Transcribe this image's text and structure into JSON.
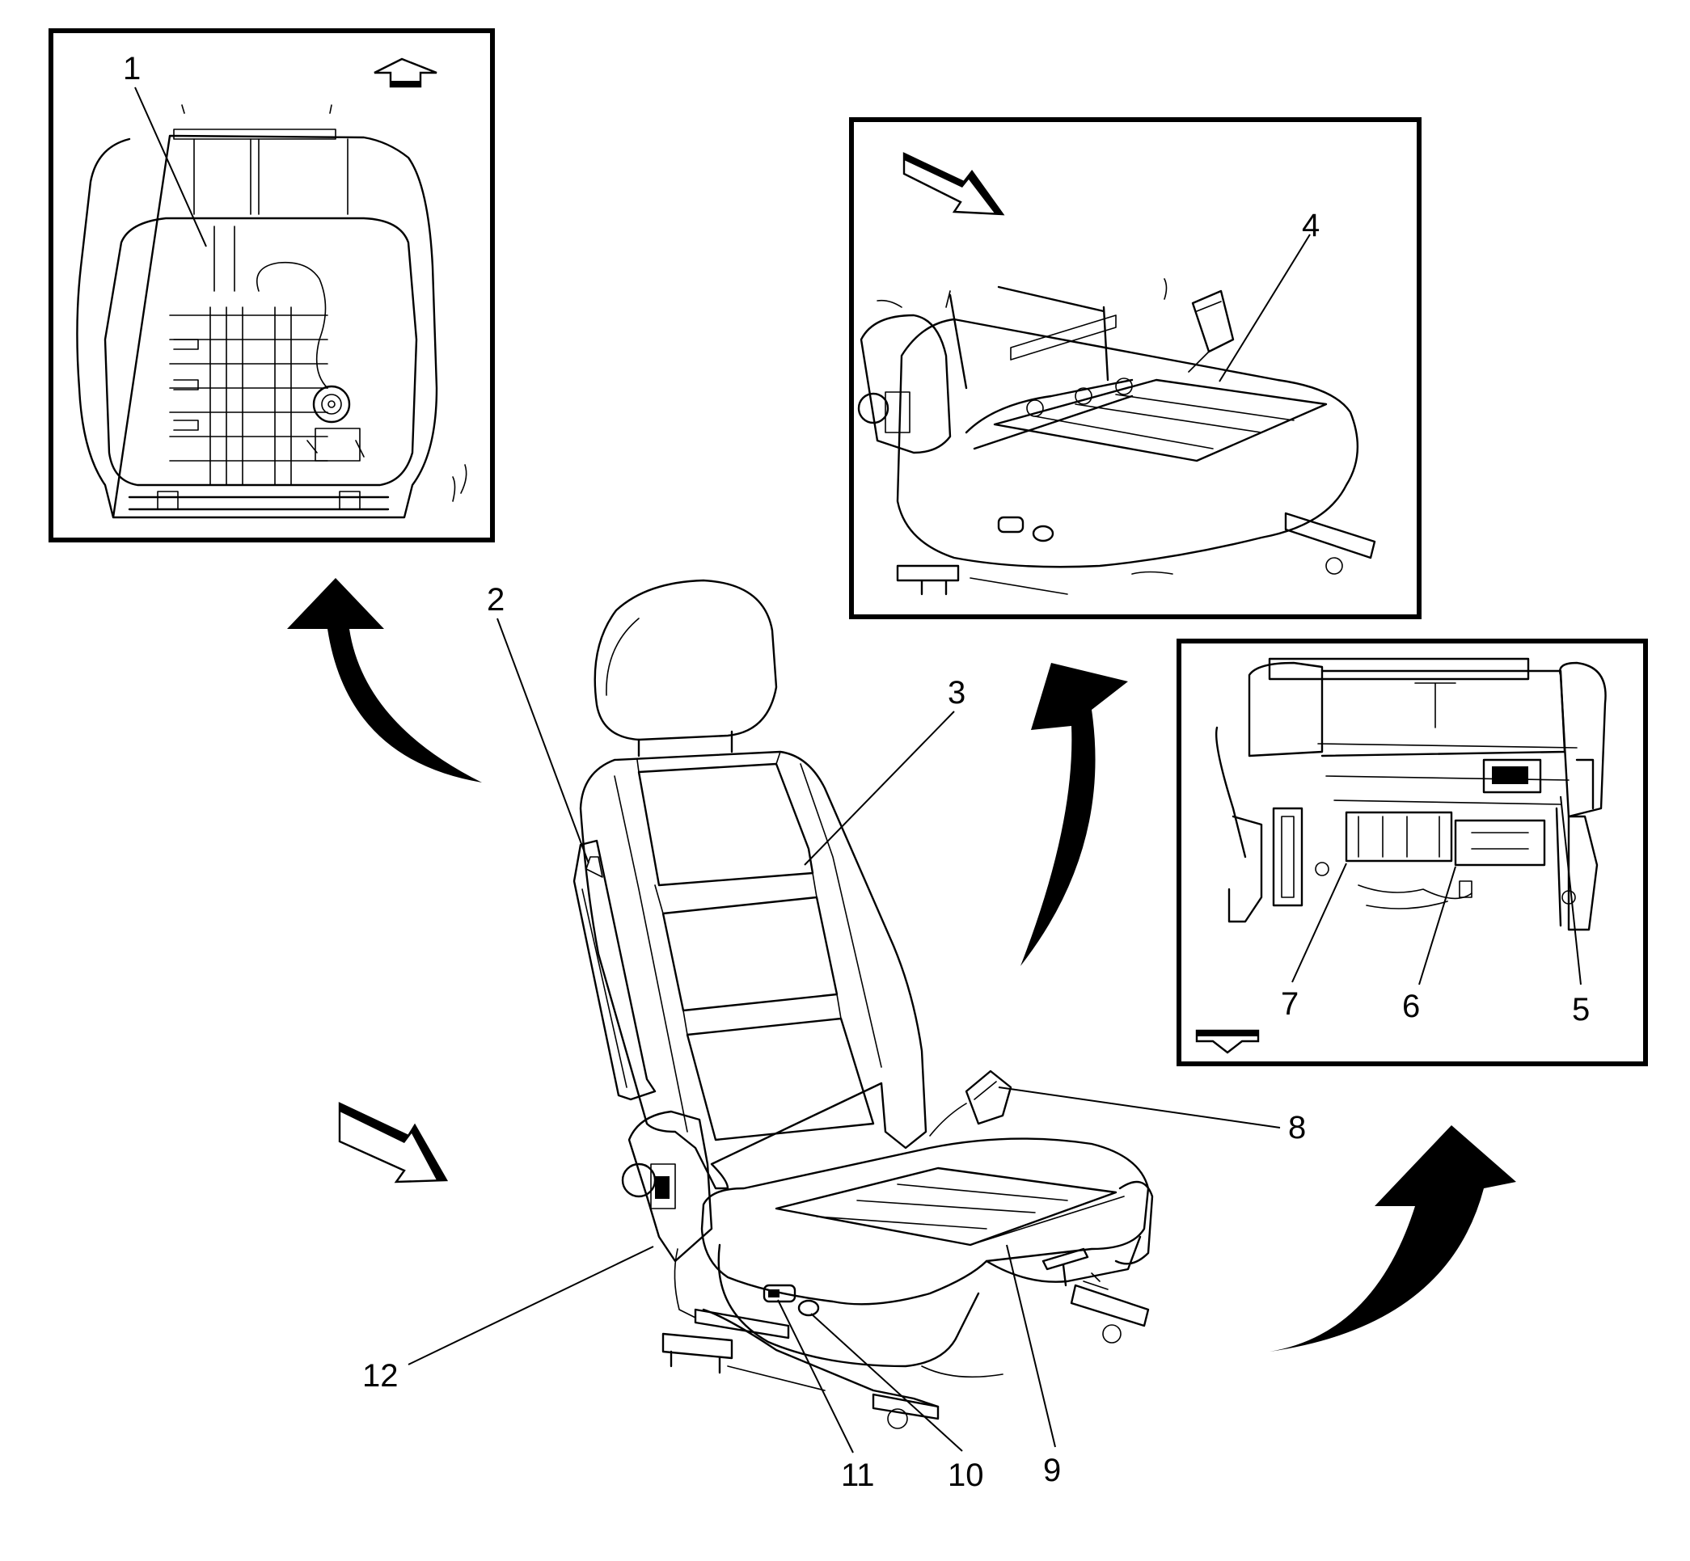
{
  "diagram": {
    "callouts": [
      {
        "id": "1",
        "text": "1"
      },
      {
        "id": "2",
        "text": "2"
      },
      {
        "id": "3",
        "text": "3"
      },
      {
        "id": "4",
        "text": "4"
      },
      {
        "id": "5",
        "text": "5"
      },
      {
        "id": "6",
        "text": "6"
      },
      {
        "id": "7",
        "text": "7"
      },
      {
        "id": "8",
        "text": "8"
      },
      {
        "id": "9",
        "text": "9"
      },
      {
        "id": "10",
        "text": "10"
      },
      {
        "id": "11",
        "text": "11"
      },
      {
        "id": "12",
        "text": "12"
      }
    ],
    "views": [
      {
        "name": "seat-back-rear-view",
        "arrow_icon": "up-arrow-icon"
      },
      {
        "name": "seat-cushion-top-view",
        "arrow_icon": "forward-arrow-icon"
      },
      {
        "name": "seat-underside-view",
        "arrow_icon": "down-arrow-icon"
      },
      {
        "name": "main-seat-view",
        "arrow_icon": "forward-arrow-icon"
      }
    ],
    "colors": {
      "line": "#000000",
      "background": "#ffffff"
    }
  }
}
